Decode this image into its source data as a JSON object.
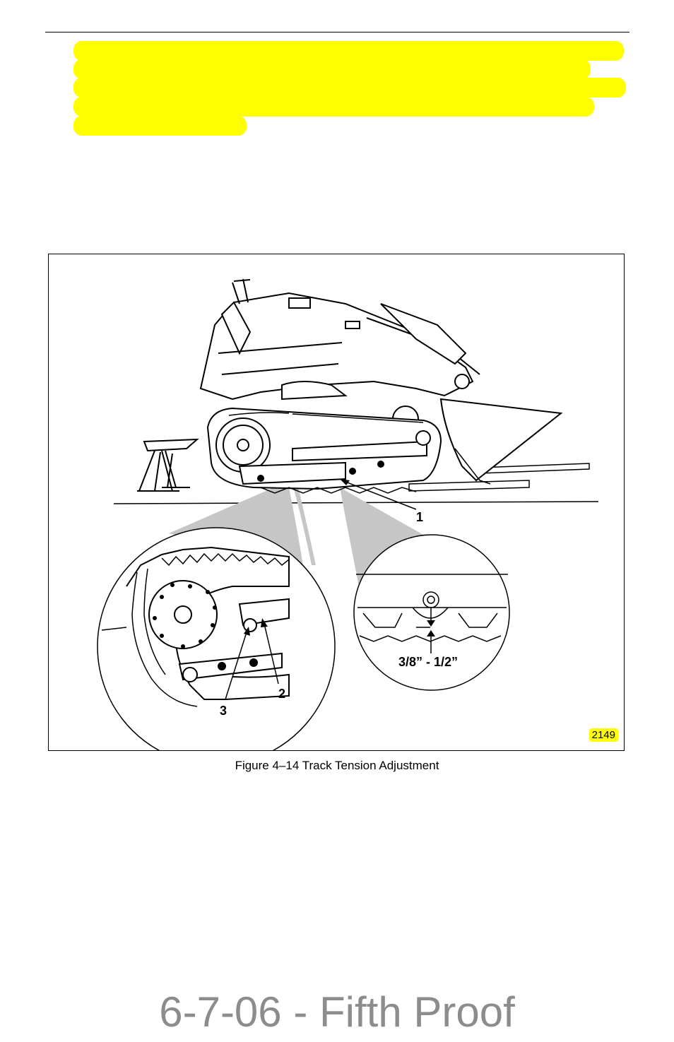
{
  "figure": {
    "callouts": {
      "one": "1",
      "two": "2",
      "three": "3"
    },
    "measurement": "3/8” - 1/2”",
    "id": "2149"
  },
  "caption": "Figure 4–14 Track Tension Adjustment",
  "proof_stamp": "6-7-06 - Fifth Proof"
}
